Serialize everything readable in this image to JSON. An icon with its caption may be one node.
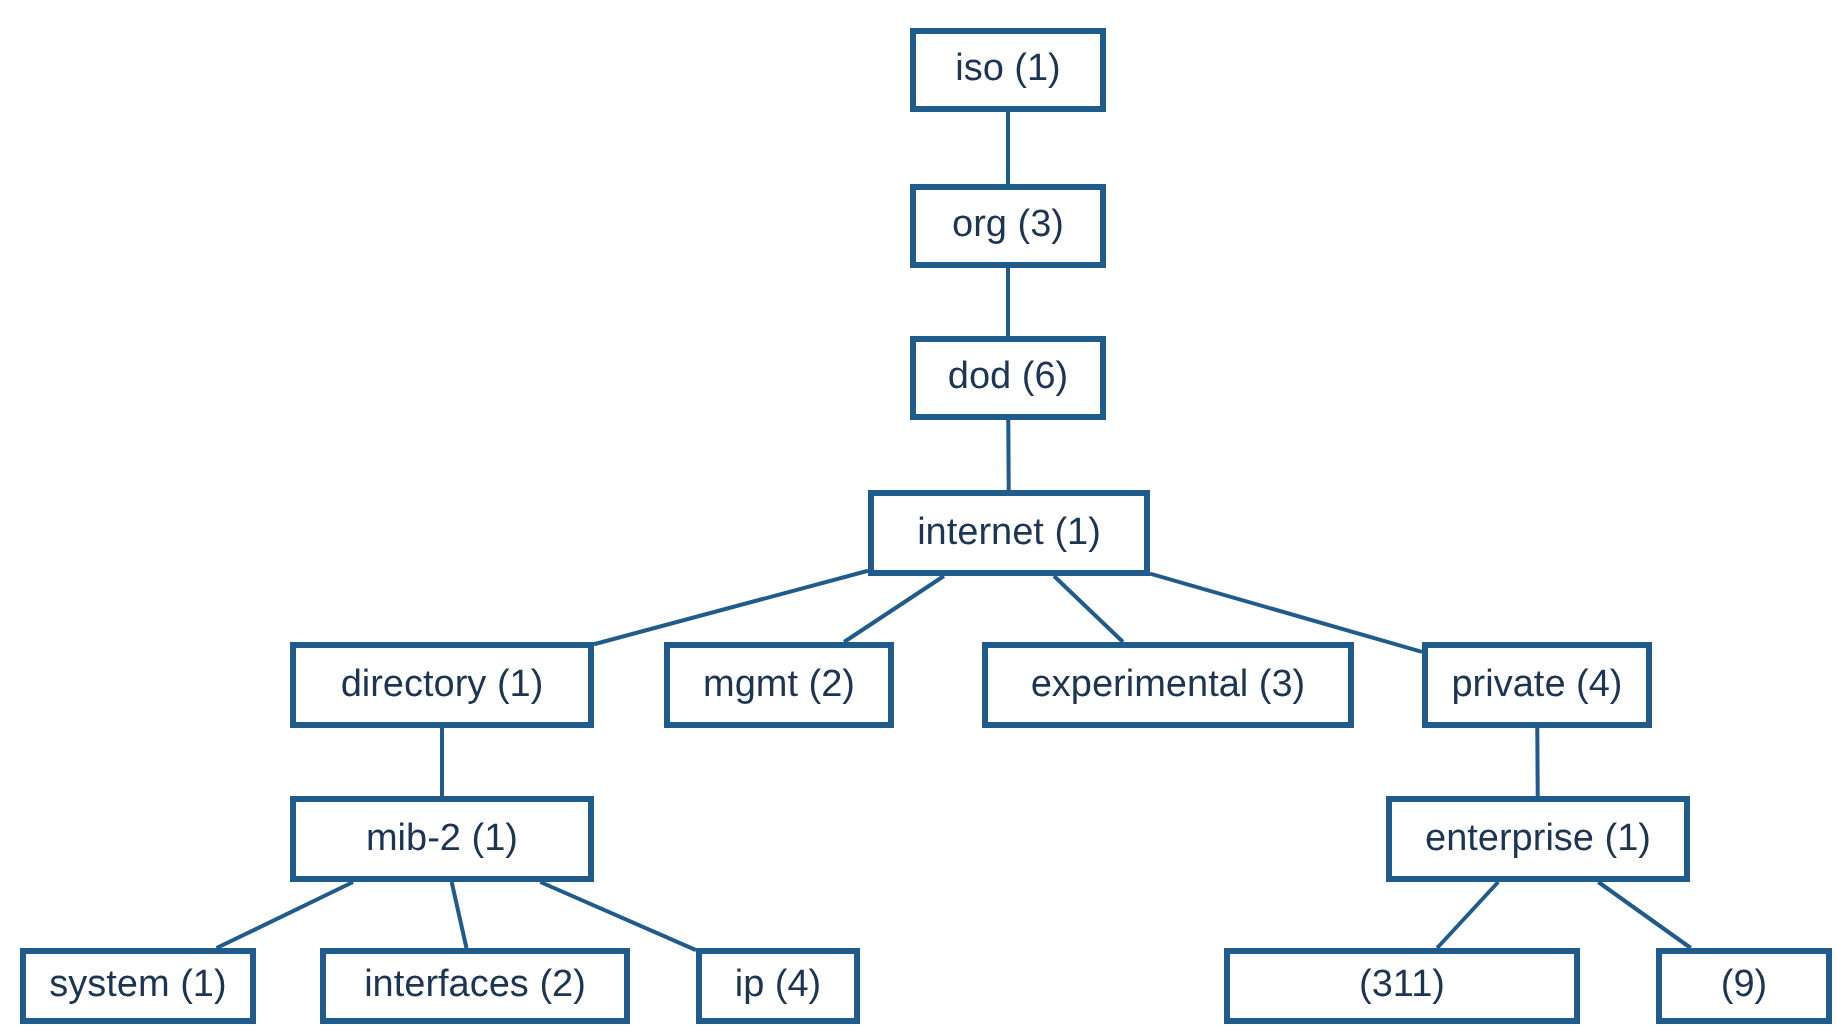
{
  "diagram": {
    "nodes": [
      {
        "text": [
          "iso (1)"
        ]
      },
      {
        "text": [
          "org (3)"
        ]
      },
      {
        "text": [
          "dod (6)"
        ]
      },
      {
        "text": [
          "internet (1)"
        ]
      },
      {
        "text": [
          "directory (1)"
        ]
      },
      {
        "text": [
          "mgmt (2)"
        ]
      },
      {
        "text": [
          "experimental (3)"
        ]
      },
      {
        "text": [
          "private (4)"
        ]
      },
      {
        "text": [
          "mib-2 (1)"
        ]
      },
      {
        "text": [
          "enterprise (1)"
        ]
      },
      {
        "text": [
          "system (1)"
        ]
      },
      {
        "text": [
          "interfaces (2)"
        ]
      },
      {
        "text": [
          "ip (4)"
        ]
      },
      {
        "text": [
          "(311)"
        ]
      },
      {
        "text": [
          "(9)"
        ]
      }
    ],
    "edges": [
      {
        "from": 0,
        "to": 1,
        "arrow": "none"
      },
      {
        "from": 1,
        "to": 2,
        "arrow": "none"
      },
      {
        "from": 2,
        "to": 3,
        "arrow": "none"
      },
      {
        "from": 3,
        "to": 4,
        "arrow": "none"
      },
      {
        "from": 3,
        "to": 5,
        "arrow": "none"
      },
      {
        "from": 3,
        "to": 6,
        "arrow": "none"
      },
      {
        "from": 3,
        "to": 7,
        "arrow": "none"
      },
      {
        "from": 4,
        "to": 8,
        "arrow": "none"
      },
      {
        "from": 7,
        "to": 9,
        "arrow": "none"
      },
      {
        "from": 8,
        "to": 10,
        "arrow": "none"
      },
      {
        "from": 8,
        "to": 11,
        "arrow": "none"
      },
      {
        "from": 8,
        "to": 12,
        "arrow": "none"
      },
      {
        "from": 9,
        "to": 13,
        "arrow": "none"
      },
      {
        "from": 9,
        "to": 14,
        "arrow": "none"
      }
    ]
  }
}
